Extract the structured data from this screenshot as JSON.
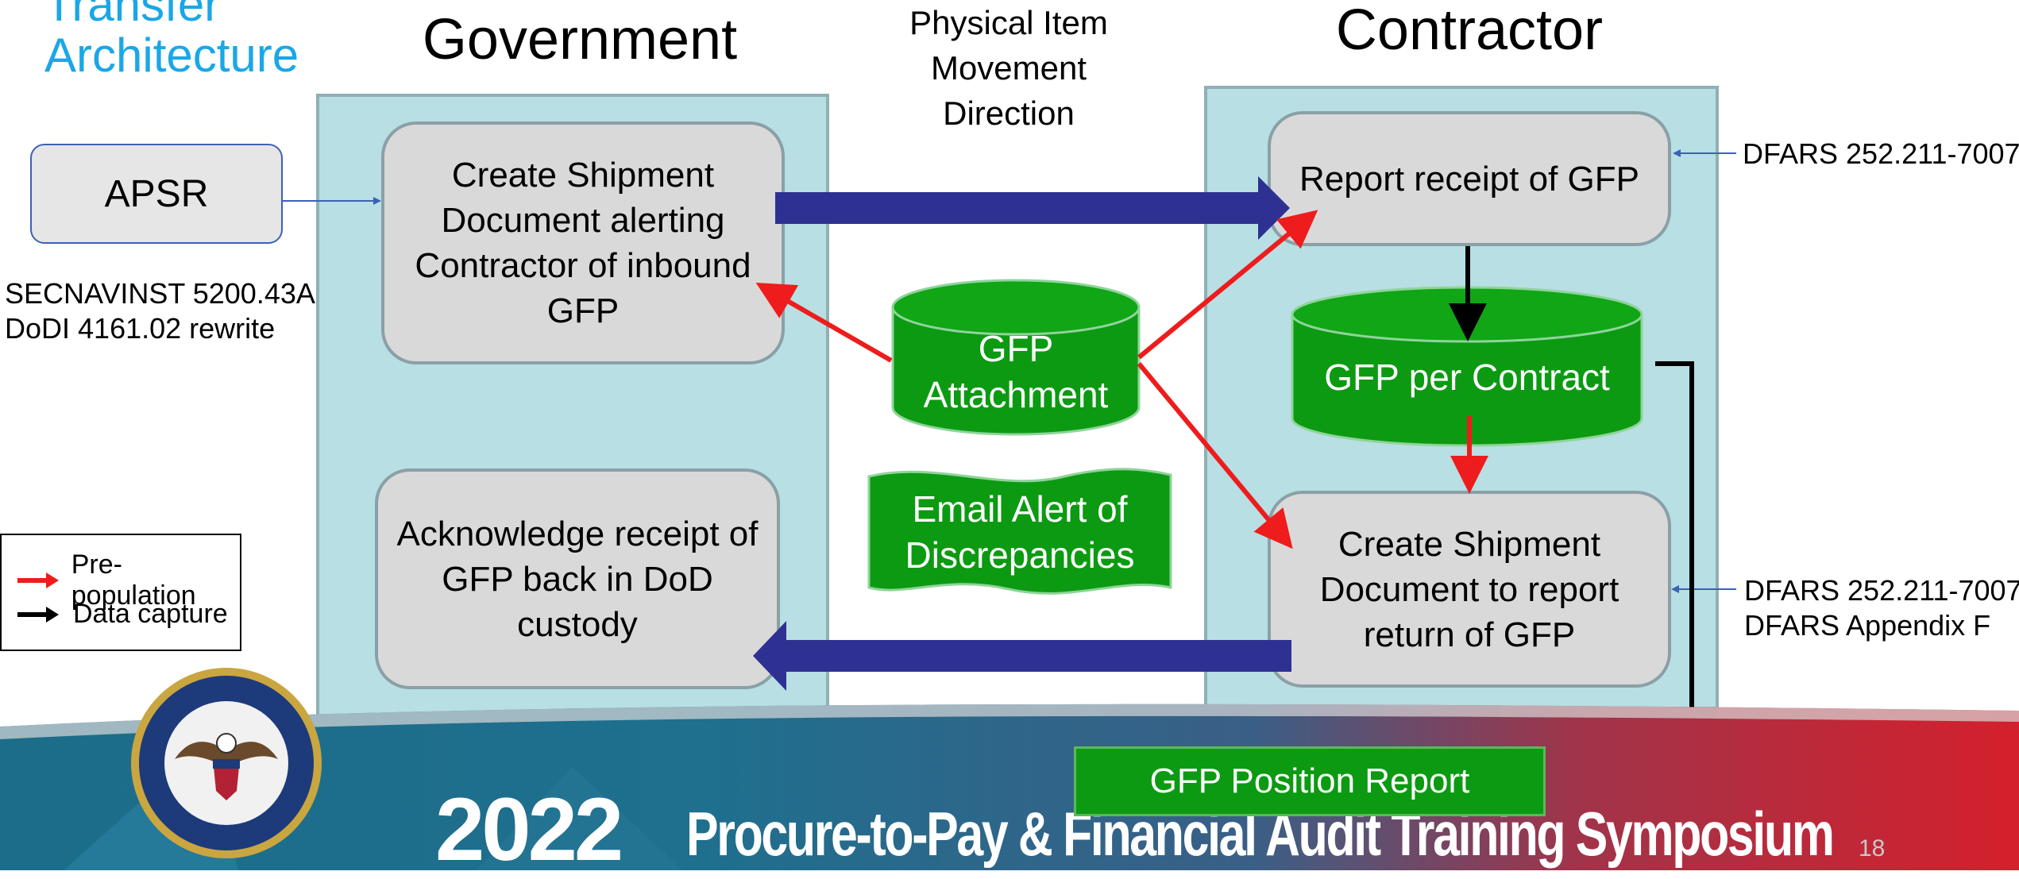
{
  "slide": {
    "title": "Transfer Architecture",
    "page_number": "18"
  },
  "headings": {
    "government": "Government",
    "contractor": "Contractor",
    "movement": "Physical Item Movement Direction"
  },
  "government": {
    "create_shipment": "Create Shipment Document alerting Contractor of inbound GFP",
    "acknowledge": "Acknowledge receipt of GFP back in DoD custody"
  },
  "contractor": {
    "report_receipt": "Report receipt of GFP",
    "create_return": "Create Shipment Document to report return of GFP"
  },
  "source": {
    "apsr": "APSR",
    "refs_line1": "SECNAVINST 5200.43A",
    "refs_line2": "DoDI 4161.02 rewrite"
  },
  "data_stores": {
    "gfp_attachment": "GFP Attachment",
    "gfp_per_contract": "GFP per Contract"
  },
  "documents": {
    "email_alert": "Email Alert of Discrepancies",
    "position_report": "GFP Position Report"
  },
  "references": {
    "top_dfars": "DFARS 252.211-7007",
    "bottom_dfars": "DFARS 252.211-7007",
    "bottom_appendix": "DFARS Appendix F"
  },
  "legend": {
    "prepopulation": "Pre-population",
    "data_capture": "Data capture"
  },
  "footer": {
    "year": "2022",
    "event": "Procure-to-Pay & Financial Audit Training Symposium"
  },
  "colors": {
    "panel": "#b8dfe3",
    "green": "#0c9a12",
    "navy_arrow": "#2e3192",
    "red_arrow": "#ee1c1c",
    "title_blue": "#1aa7e6"
  }
}
